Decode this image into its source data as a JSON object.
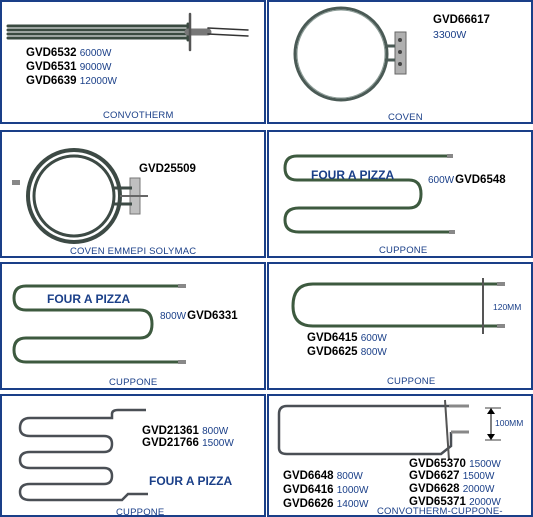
{
  "cells": [
    {
      "id": "convotherm",
      "codes": [
        {
          "code": "GVD6532",
          "watt": "6000W"
        },
        {
          "code": "GVD6531",
          "watt": "9000W"
        },
        {
          "code": "GVD6639",
          "watt": "12000W"
        }
      ],
      "label": "CONVOTHERM"
    },
    {
      "id": "coven",
      "codes": [
        {
          "code": "GVD66617",
          "watt": "3300W"
        }
      ],
      "label": "COVEN"
    },
    {
      "id": "coven-emmepi",
      "codes": [
        {
          "code": "GVD25509"
        }
      ],
      "label": "COVEN EMMEPI SOLYMAC"
    },
    {
      "id": "cuppone-6548",
      "pizza": "FOUR A PIZZA",
      "codes": [
        {
          "code": "GVD6548",
          "watt": "600W"
        }
      ],
      "label": "CUPPONE"
    },
    {
      "id": "cuppone-6331",
      "pizza": "FOUR A PIZZA",
      "codes": [
        {
          "code": "GVD6331",
          "watt": "800W"
        }
      ],
      "label": "CUPPONE"
    },
    {
      "id": "cuppone-6415",
      "dim": "120MM",
      "codes": [
        {
          "code": "GVD6415",
          "watt": "600W"
        },
        {
          "code": "GVD6625",
          "watt": "800W"
        }
      ],
      "label": "CUPPONE"
    },
    {
      "id": "cuppone-21361",
      "pizza": "FOUR A PIZZA",
      "codes": [
        {
          "code": "GVD21361",
          "watt": "800W"
        },
        {
          "code": "GVD21766",
          "watt": "1500W"
        }
      ],
      "label": "CUPPONE"
    },
    {
      "id": "convotherm-cuppone",
      "dim": "100MM",
      "codes_left": [
        {
          "code": "GVD6648",
          "watt": "800W"
        },
        {
          "code": "GVD6416",
          "watt": "1000W"
        },
        {
          "code": "GVD6626",
          "watt": "1400W"
        }
      ],
      "codes_right": [
        {
          "code": "GVD65370",
          "watt": "1500W"
        },
        {
          "code": "GVD6627",
          "watt": "1500W"
        },
        {
          "code": "GVD6628",
          "watt": "2000W"
        },
        {
          "code": "GVD65371",
          "watt": "2000W"
        }
      ],
      "label": "CONVOTHERM-CUPPONE-"
    }
  ],
  "colors": {
    "border": "#1a3f88",
    "accent": "#1a3f88",
    "element": "#3d5a3f"
  }
}
